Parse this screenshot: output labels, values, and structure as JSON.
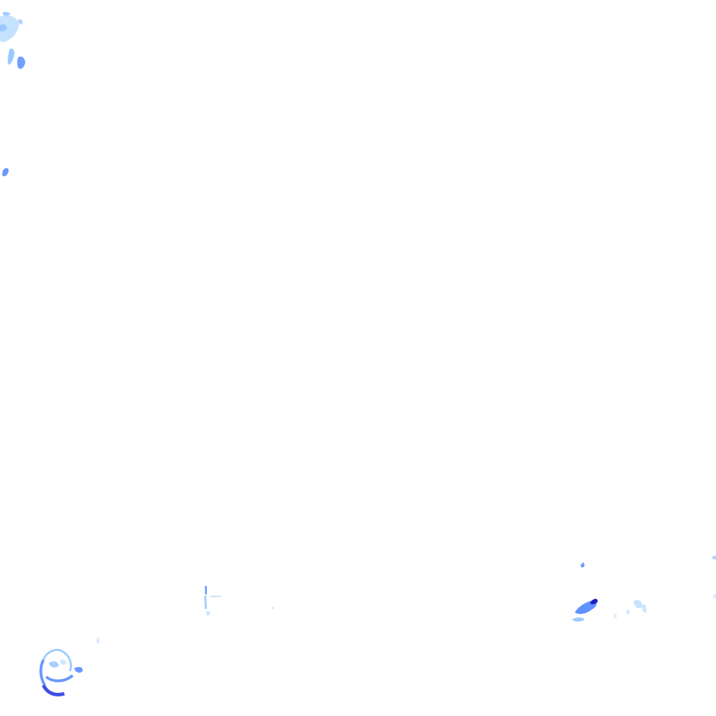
{
  "tile": {
    "background": "#ffffff"
  },
  "palette": {
    "very_light": "#bfe0ff",
    "light": "#8fc3ff",
    "medium": "#5a8cff",
    "strong": "#2b3de0",
    "intense": "#1a1fbf"
  },
  "echoes": [
    {
      "name": "echo-top-left-cluster",
      "intensity": "light"
    },
    {
      "name": "echo-left-edge-speck",
      "intensity": "medium"
    },
    {
      "name": "echo-mid-bottom-streaks",
      "intensity": "light"
    },
    {
      "name": "echo-bottom-left-ring",
      "intensity": "strong"
    },
    {
      "name": "echo-bottom-right-cell",
      "intensity": "intense"
    },
    {
      "name": "echo-bottom-right-wisps",
      "intensity": "very_light"
    }
  ]
}
